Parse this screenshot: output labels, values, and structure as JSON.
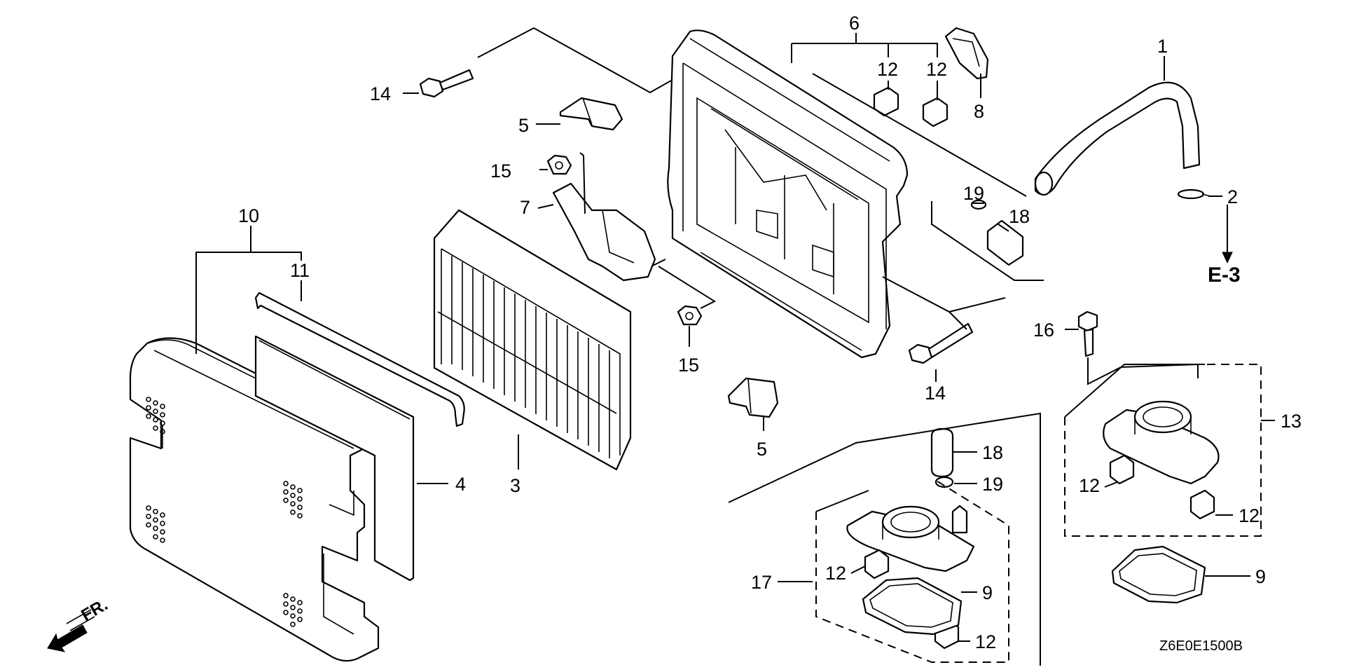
{
  "diagram": {
    "callouts": [
      {
        "id": "c1",
        "text": "1"
      },
      {
        "id": "c2",
        "text": "2"
      },
      {
        "id": "c3",
        "text": "3"
      },
      {
        "id": "c4",
        "text": "4"
      },
      {
        "id": "c5a",
        "text": "5"
      },
      {
        "id": "c5b",
        "text": "5"
      },
      {
        "id": "c6",
        "text": "6"
      },
      {
        "id": "c7",
        "text": "7"
      },
      {
        "id": "c8",
        "text": "8"
      },
      {
        "id": "c9a",
        "text": "9"
      },
      {
        "id": "c9b",
        "text": "9"
      },
      {
        "id": "c10",
        "text": "10"
      },
      {
        "id": "c11",
        "text": "11"
      },
      {
        "id": "c12a",
        "text": "12"
      },
      {
        "id": "c12b",
        "text": "12"
      },
      {
        "id": "c12c",
        "text": "12"
      },
      {
        "id": "c12d",
        "text": "12"
      },
      {
        "id": "c12e",
        "text": "12"
      },
      {
        "id": "c12f",
        "text": "12"
      },
      {
        "id": "c13",
        "text": "13"
      },
      {
        "id": "c14a",
        "text": "14"
      },
      {
        "id": "c14b",
        "text": "14"
      },
      {
        "id": "c15a",
        "text": "15"
      },
      {
        "id": "c15b",
        "text": "15"
      },
      {
        "id": "c16",
        "text": "16"
      },
      {
        "id": "c17",
        "text": "17"
      },
      {
        "id": "c18a",
        "text": "18"
      },
      {
        "id": "c18b",
        "text": "18"
      },
      {
        "id": "c19a",
        "text": "19"
      },
      {
        "id": "c19b",
        "text": "19"
      }
    ],
    "reference": "E-3",
    "front_marker": "FR.",
    "drawing_code": "Z6E0E1500B"
  }
}
